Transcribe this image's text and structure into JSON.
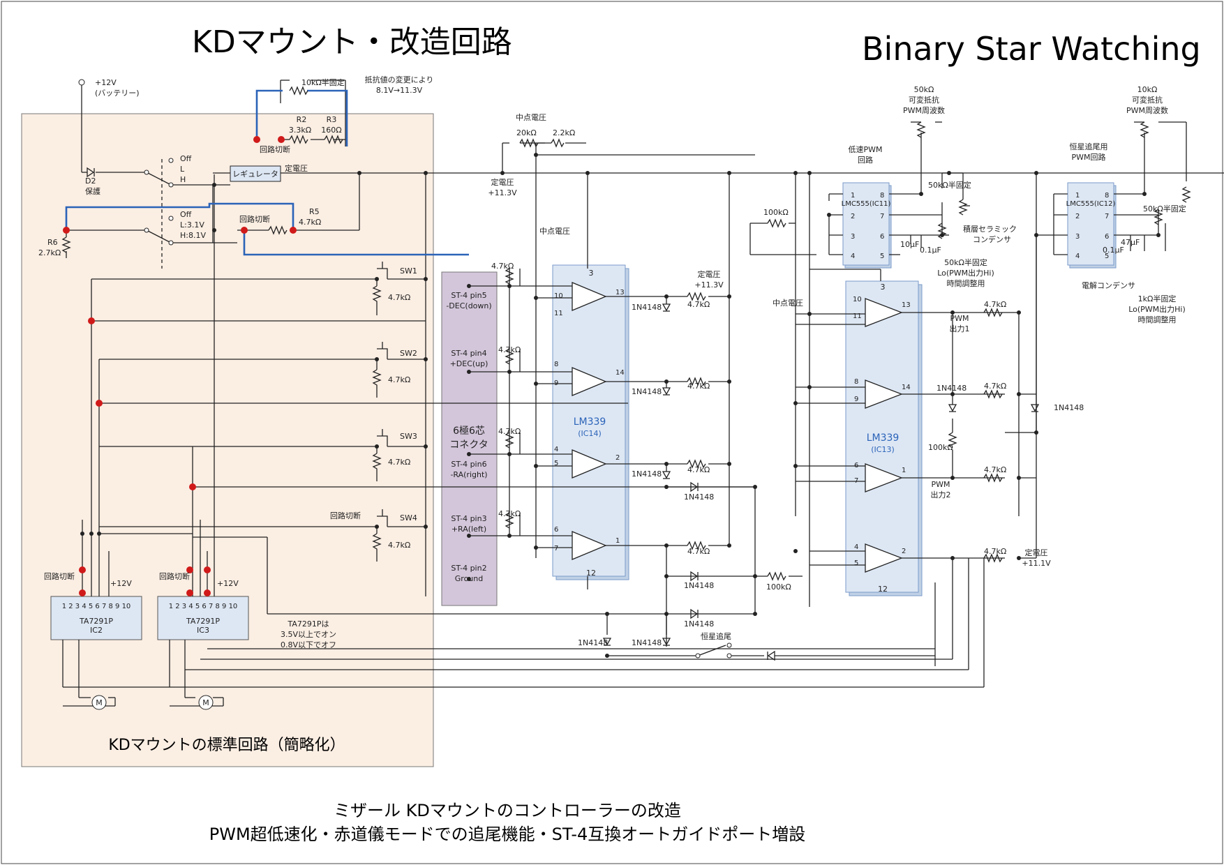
{
  "title": "KDマウント・改造回路",
  "brand": "Binary Star Watching",
  "std_label": "KDマウントの標準回路（簡略化）",
  "caption_line1": "ミザール KDマウントのコントローラーの改造",
  "caption_line2": "PWM超低速化・赤道儀モードでの追尾機能・ST-4互換オートガイドポート増設",
  "power": {
    "v": "+12V",
    "src": "(バッテリー)"
  },
  "d2": {
    "name": "D2",
    "note": "保護"
  },
  "sw_main": {
    "off": "Off",
    "l": "L",
    "h": "H"
  },
  "sw_speed": {
    "off": "Off",
    "l": "L:3.1V",
    "h": "H:8.1V"
  },
  "regulator": "レギュレータ",
  "const_v": "定電圧",
  "trim10k": "10kΩ半固定",
  "trim_note": [
    "抵抗値の変更により",
    "8.1V→11.3V"
  ],
  "r2": {
    "name": "R2",
    "val": "3.3kΩ"
  },
  "r3": {
    "name": "R3",
    "val": "160Ω"
  },
  "cut": "回路切断",
  "r5": {
    "name": "R5",
    "val": "4.7kΩ"
  },
  "r6": {
    "name": "R6",
    "val": "2.7kΩ"
  },
  "mid_v": "中点電圧",
  "r20k": "20kΩ",
  "r22k": "2.2kΩ",
  "cv113": [
    "定電圧",
    "+11.3V"
  ],
  "r47k": "4.7kΩ",
  "r100k": "100kΩ",
  "switches": [
    "SW1",
    "SW2",
    "SW3",
    "SW4"
  ],
  "connector": {
    "title": [
      "6極6芯",
      "コネクタ"
    ],
    "pins": [
      [
        "ST-4 pin5",
        "-DEC(down)"
      ],
      [
        "ST-4 pin4",
        "+DEC(up)"
      ],
      [
        "ST-4 pin6",
        "-RA(right)"
      ],
      [
        "ST-4 pin3",
        "+RA(left)"
      ],
      [
        "ST-4 pin2",
        "Ground"
      ]
    ]
  },
  "lm339_a": {
    "name": "LM339",
    "ic": "(IC14)"
  },
  "lm339_b": {
    "name": "LM339",
    "ic": "(IC13)"
  },
  "diode": "1N4148",
  "ta": [
    {
      "name": "TA7291P",
      "ic": "IC2"
    },
    {
      "name": "TA7291P",
      "ic": "IC3"
    }
  ],
  "ta_pins": "1 2 3 4 5 6 7 8 9 10",
  "v12": "+12V",
  "ta_note": [
    "TA7291Pは",
    "3.5V以上でオン",
    "0.8V以下でオフ"
  ],
  "motor": "M",
  "tracking": "恒星追尾",
  "pwm_low": {
    "var": [
      "50kΩ",
      "可変抵抗",
      "PWM周波数"
    ],
    "block": [
      "低速PWM",
      "回路"
    ],
    "ic": "LMC555(IC11)",
    "trim": "50kΩ半固定",
    "cap_ceramic": [
      "積層セラミック",
      "コンデンサ"
    ],
    "c10": "10μF",
    "c01": "0.1μF",
    "trim_lo": [
      "50kΩ半固定",
      "Lo(PWM出力Hi)",
      "時間調整用"
    ]
  },
  "pwm_track": {
    "var": [
      "10kΩ",
      "可変抵抗",
      "PWM周波数"
    ],
    "block": [
      "恒星追尾用",
      "PWM回路"
    ],
    "ic": "LMC555(IC12)",
    "trim": "50kΩ半固定",
    "c47": "47μF",
    "c01": "0.1μF",
    "cap_elec": "電解コンデンサ",
    "trim_lo": [
      "1kΩ半固定",
      "Lo(PWM出力Hi)",
      "時間調整用"
    ]
  },
  "pwm_out1": [
    "PWM",
    "出力1"
  ],
  "pwm_out2": [
    "PWM",
    "出力2"
  ],
  "cv111": [
    "定電圧",
    "+11.1V"
  ],
  "pin_nums_555": [
    "1",
    "2",
    "3",
    "4",
    "8",
    "7",
    "6",
    "5"
  ]
}
